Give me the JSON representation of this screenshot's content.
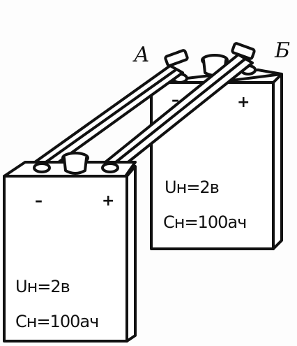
{
  "diagram": {
    "terminal_labels": {
      "left": "А",
      "right": "Б"
    },
    "battery_back": {
      "minus": "–",
      "plus": "+",
      "voltage": "Uн=2в",
      "capacity": "Cн=100ач"
    },
    "battery_front": {
      "minus": "–",
      "plus": "+",
      "voltage": "Uн=2в",
      "capacity": "Cн=100ач"
    },
    "colors": {
      "ink": "#111111",
      "paper": "#fdfdfd"
    }
  }
}
